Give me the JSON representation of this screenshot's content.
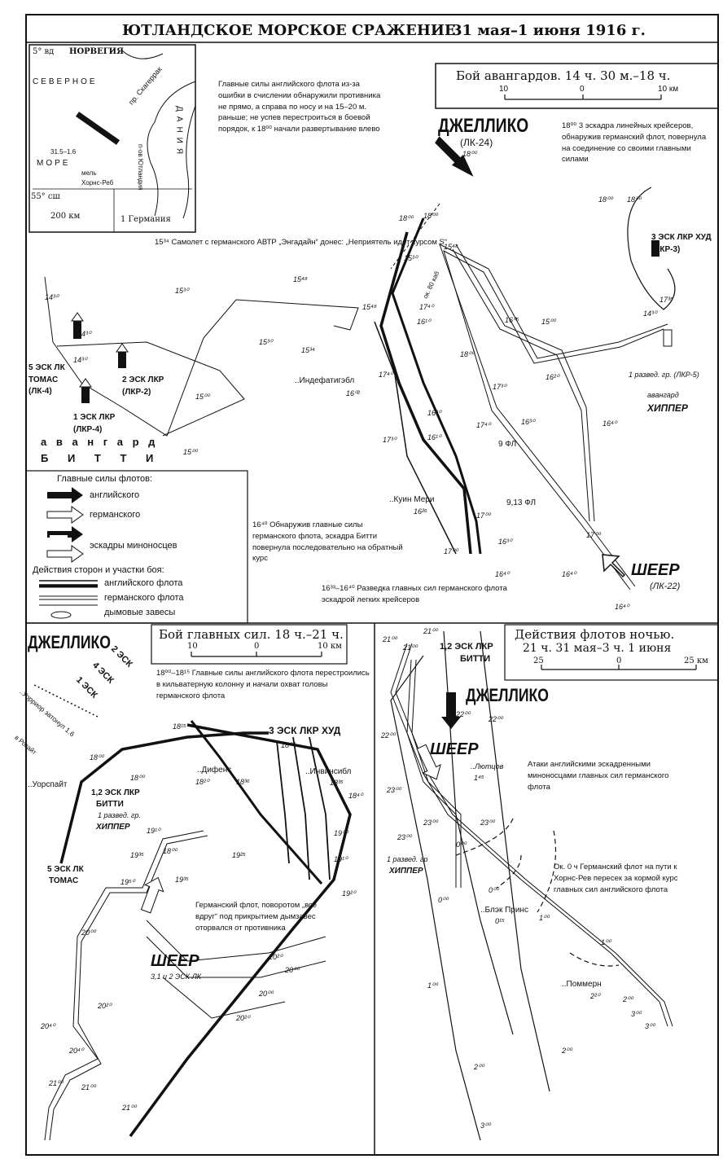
{
  "title": "ЮТЛАНДСКОЕ МОРСКОЕ СРАЖЕНИЕ",
  "title_dates": "31 мая–1 июня 1916 г.",
  "inset": {
    "lon": "5° вд",
    "norway": "НОРВЕГИЯ",
    "north": "СЕВЕРНОЕ",
    "sea": "МОРЕ",
    "strait": "пр. Скагеррак",
    "date": "31.5–1.6",
    "reef": "мель Хорнс-Реб",
    "peninsula": "п-ов Ютландия",
    "denmark": "ДАНИЯ",
    "lat": "55° сш",
    "scale": "200 км",
    "germany": "1 Германия"
  },
  "top": {
    "scale_title": "Бой авангардов. 14 ч. 30 м.–18 ч.",
    "scale": [
      "10",
      "0",
      "10 км"
    ],
    "note_main": "Главные силы английского флота из-за ошибки в счислении обнаружили противника не прямо, а справа по носу и на 15–20 м. раньше; не успев перестроиться в боевой порядок, к 18⁰⁰ начали развертывание влево",
    "jellicoe": "ДЖЕЛЛИКО",
    "jellicoe_sub": "(ЛК-24)",
    "jellicoe_time": "18⁰⁰",
    "note_3esk": "18⁰⁰ 3 эскадра линейных крейсеров, обнаружив германский флот, повернула на соединение со своими главными силами",
    "note_plane": "15³⁴ Самолет с германского АВТР „Энгадайн“ донес: „Неприятель идет курсом S“",
    "thomas": "5 ЭСК ЛК ТОМАС (ЛК-4)",
    "esk2": "2 ЭСК ЛКР (ЛКР-2)",
    "esk1": "1 ЭСК ЛКР (ЛКР-4)",
    "avangard": "а в а н г а р д",
    "beatty": "Б И Т Т И",
    "hood": "3 ЭСК ЛКР ХУД (ЛКР-3)",
    "hipper_a": "1 развед. гр. (ЛКР-5)",
    "hipper_b": "авангард",
    "hipper_c": "ХИППЕР",
    "indef": "..Индефатигэбл",
    "indef_t": "16⁰²",
    "queen": "..Куин Мери",
    "queen_t": "16²⁶",
    "fl9": "9 ФЛ",
    "fl913": "9,13 ФЛ",
    "dist": "ок. 80 каб",
    "note_1640": "16⁴⁰ Обнаружив главные силы германского флота, эскадра Битти повернула последовательно на обратный курс",
    "note_1633": "16³³–16⁴⁰ Разведка главных сил германского флота эскадрой легких крейсеров",
    "scheer": "ШЕЕР",
    "scheer_sub": "(ЛК-22)",
    "times": [
      "18⁰⁰",
      "18⁰⁰",
      "18⁰⁰",
      "15⁴⁸",
      "15⁴⁸",
      "15³⁰",
      "15³⁰",
      "15³⁴",
      "15⁰⁰",
      "15⁰⁰",
      "14³⁰",
      "14³⁰",
      "14³⁰",
      "15⁴⁸",
      "15³⁰",
      "17⁴⁰",
      "16¹⁰",
      "16⁰⁵",
      "15⁰⁰",
      "18⁰⁰",
      "17³⁰",
      "16²⁰",
      "16³⁰",
      "17⁴⁰",
      "16⁴⁰",
      "17⁴⁰",
      "17³⁰",
      "16³⁰",
      "16¹⁰",
      "17⁰⁰",
      "17⁰⁰",
      "16³⁰",
      "16⁴⁰",
      "16⁴⁰",
      "17⁰⁰",
      "16⁴⁰",
      "14³⁰",
      "17³⁵",
      "18⁰⁰"
    ]
  },
  "legend": {
    "title": "Главные силы флотов:",
    "english": "английского",
    "german": "германского",
    "destroyers": "эскадры миноносцев",
    "actions": "Действия сторон и участки боя:",
    "eng_fleet": "английского флота",
    "ger_fleet": "германского флота",
    "smoke": "дымовые завесы"
  },
  "lower_left": {
    "jellicoe": "ДЖЕЛЛИКО",
    "scale_title": "Бой главных сил. 18 ч.–21 ч.",
    "scale": [
      "10",
      "0",
      "10 км"
    ],
    "note": "18⁰⁰–18¹⁵ Главные силы английского флота перестроились в кильватерную колонну и начали охват головы германского флота",
    "esk2": "2 ЭСК",
    "esk4": "4 ЭСК",
    "esk1": "1 ЭСК",
    "warrior": "..Уорриор затонул 1.6",
    "rosyth": "в Розайт",
    "warspite": "..Уорспайт",
    "beatty": "1,2 ЭСК ЛКР",
    "beatty2": "БИТТИ",
    "hipper": "1 развед. гр.",
    "hipper2": "ХИППЕР",
    "thomas": "5 ЭСК ЛК",
    "thomas2": "ТОМАС",
    "hood": "3 ЭСК ЛКР ХУД",
    "defence": "..Дифенс",
    "defence_t": "18²⁰",
    "invincible": "..Инвинсибл",
    "invincible_t": "18³⁵",
    "note_german": "Германский флот, поворотом „все вдруг“ под прикрытием дымзавес оторвался от противника",
    "scheer": "ШЕЕР",
    "scheer_sub": "3,1 и 2 ЭСК ЛК",
    "times": [
      "18⁰⁰",
      "18⁰⁰",
      "18¹⁵",
      "18⁰⁰",
      "18³⁶",
      "18⁴⁰",
      "19¹⁰",
      "19³⁵",
      "18⁰⁰",
      "19²⁵",
      "19⁵⁰",
      "19³⁵",
      "19⁰⁰",
      "19¹⁰",
      "19²⁰",
      "20⁰⁰",
      "20²⁰",
      "20⁰⁰",
      "20²⁰",
      "20⁰⁰",
      "20²⁰",
      "20⁴⁰",
      "20⁴⁰",
      "21⁰⁰",
      "21⁰⁰",
      "21⁰⁰"
    ]
  },
  "lower_right": {
    "scale_title": "Действия флотов ночью.",
    "scale_sub": "21 ч. 31 мая–3 ч. 1 июня",
    "scale": [
      "25",
      "0",
      "25 км"
    ],
    "beatty": "1,2 ЭСК ЛКР",
    "beatty2": "БИТТИ",
    "jellicoe": "ДЖЕЛЛИКО",
    "scheer": "ШЕЕР",
    "lutzow": "..Лютцов",
    "lutzow_t": "1⁴⁵",
    "note_attacks": "Атаки английскими эскадренными миноносцами главных сил германского флота",
    "hipper": "1 развед. гр",
    "hipper2": "ХИППЕР",
    "note_cross": "Ок. 0 ч Германский флот на пути к Хорнс-Рев пересек за кормой курс главных сил английского флота",
    "black_prince": "..Блэк Принс",
    "black_prince_t": "0¹⁵",
    "pommern": "..Поммерн",
    "pommern_t": "2²⁰",
    "times": [
      "21⁰⁰",
      "21⁰⁰",
      "21⁰⁰",
      "22⁰⁰",
      "22⁰⁰",
      "22⁰⁰",
      "23⁰⁰",
      "23⁰⁰",
      "23⁰⁰",
      "23⁰⁰",
      "0⁰⁰",
      "0⁰⁰",
      "0⁰⁰",
      "1⁰⁰",
      "1⁰⁰",
      "1⁰⁰",
      "2⁰⁰",
      "2⁰⁰",
      "2⁰⁰",
      "3⁰⁰",
      "3⁰⁰",
      "3⁰⁰"
    ]
  }
}
